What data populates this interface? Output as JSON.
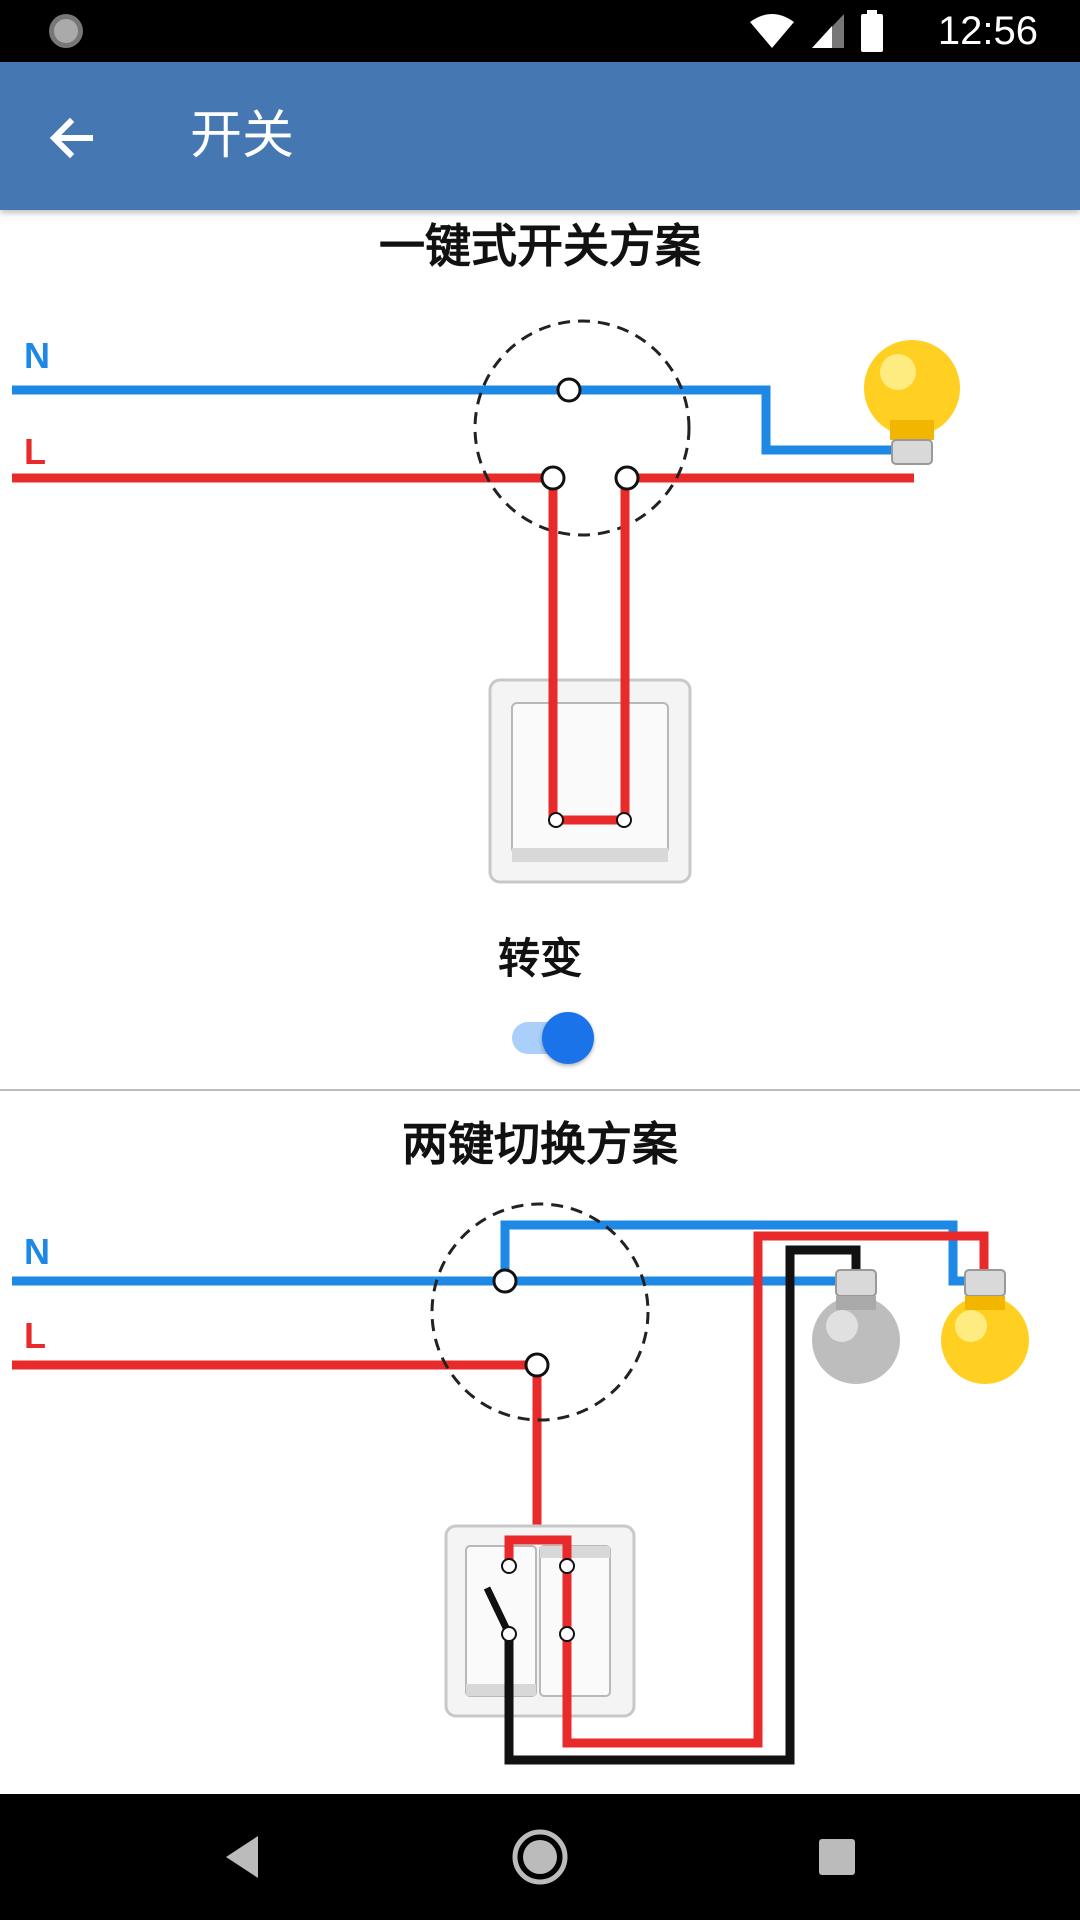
{
  "status_bar": {
    "time": "12:56",
    "icons": [
      "loading-icon",
      "wifi-icon",
      "signal-icon",
      "battery-icon"
    ]
  },
  "app_bar": {
    "title": "开关",
    "back_icon": "arrow-left-icon",
    "background": "#4577b3"
  },
  "section1": {
    "title": "一键式开关方案",
    "labels": {
      "neutral": "N",
      "live": "L"
    },
    "toggle_label": "转变",
    "toggle_on": true
  },
  "section2": {
    "title": "两键切换方案",
    "labels": {
      "neutral": "N",
      "live": "L"
    }
  },
  "colors": {
    "neutral_wire": "#1e88e5",
    "live_wire": "#e82a2a",
    "switched_wire": "#111111",
    "bulb_on": "#ffd021",
    "bulb_off": "#bdbdbd",
    "toggle_accent": "#1a73e8"
  },
  "nav_bar": {
    "icons": [
      "back-triangle-icon",
      "home-circle-icon",
      "recents-square-icon"
    ]
  }
}
